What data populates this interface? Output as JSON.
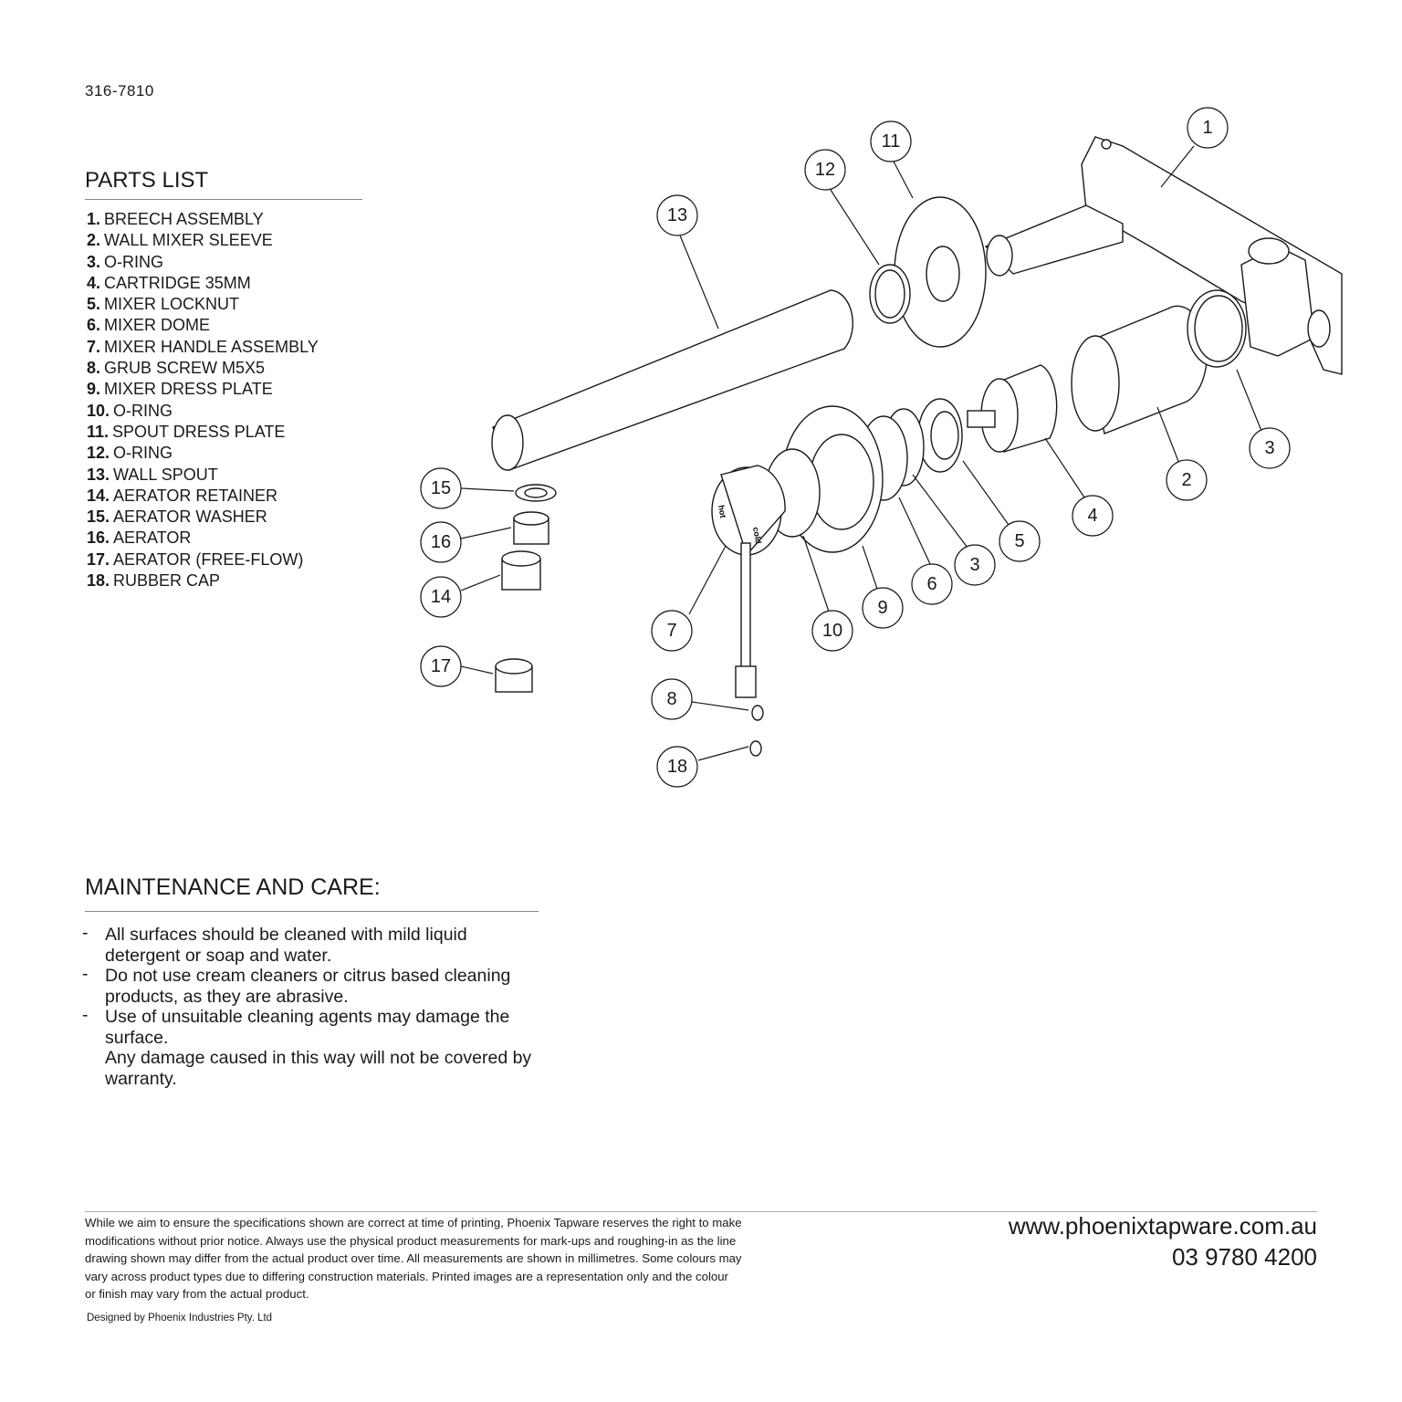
{
  "document": {
    "product_code": "316-7810",
    "parts_title": "PARTS LIST",
    "parts": [
      {
        "num": "1.",
        "name": "BREECH ASSEMBLY"
      },
      {
        "num": "2.",
        "name": "WALL MIXER SLEEVE"
      },
      {
        "num": "3.",
        "name": "O-RING"
      },
      {
        "num": "4.",
        "name": "CARTRIDGE 35MM"
      },
      {
        "num": "5.",
        "name": "MIXER LOCKNUT"
      },
      {
        "num": "6.",
        "name": "MIXER DOME"
      },
      {
        "num": "7.",
        "name": "MIXER HANDLE ASSEMBLY"
      },
      {
        "num": "8.",
        "name": "GRUB SCREW M5X5"
      },
      {
        "num": "9.",
        "name": "MIXER DRESS PLATE"
      },
      {
        "num": "10.",
        "name": "O-RING"
      },
      {
        "num": "11.",
        "name": "SPOUT DRESS PLATE"
      },
      {
        "num": "12.",
        "name": "O-RING"
      },
      {
        "num": "13.",
        "name": "WALL SPOUT"
      },
      {
        "num": "14.",
        "name": "AERATOR RETAINER"
      },
      {
        "num": "15.",
        "name": "AERATOR WASHER"
      },
      {
        "num": "16.",
        "name": "AERATOR"
      },
      {
        "num": "17.",
        "name": "AERATOR (FREE-FLOW)"
      },
      {
        "num": "18.",
        "name": "RUBBER CAP"
      }
    ],
    "maintenance_title": "MAINTENANCE AND CARE:",
    "maintenance_dash": "-",
    "maintenance": [
      "All surfaces should be cleaned with mild liquid detergent or soap and water.",
      "Do not use cream cleaners or citrus based cleaning products, as they are abrasive.",
      "Use of unsuitable cleaning agents may damage the surface."
    ],
    "maintenance_note": "Any damage caused in this way will not be covered by warranty.",
    "disclaimer": "While we aim to ensure the specifications shown are correct at time of printing, Phoenix Tapware reserves the right to make modifications without prior notice. Always use the physical product measurements for mark-ups and roughing-in as the line drawing shown may differ from the actual product over time. All measurements are shown in millimetres.  Some colours may vary across product types due to differing construction materials. Printed images are a representation only and the colour or finish may vary from the actual product.",
    "designed_by": "Designed by Phoenix Industries Pty. Ltd",
    "website": "www.phoenixtapware.com.au",
    "phone": "03 9780 4200"
  },
  "diagram": {
    "callouts": [
      "1",
      "2",
      "3",
      "3",
      "4",
      "5",
      "6",
      "7",
      "8",
      "9",
      "10",
      "11",
      "12",
      "13",
      "14",
      "15",
      "16",
      "17",
      "18"
    ],
    "handle_labels": [
      "hot",
      "cold"
    ]
  }
}
